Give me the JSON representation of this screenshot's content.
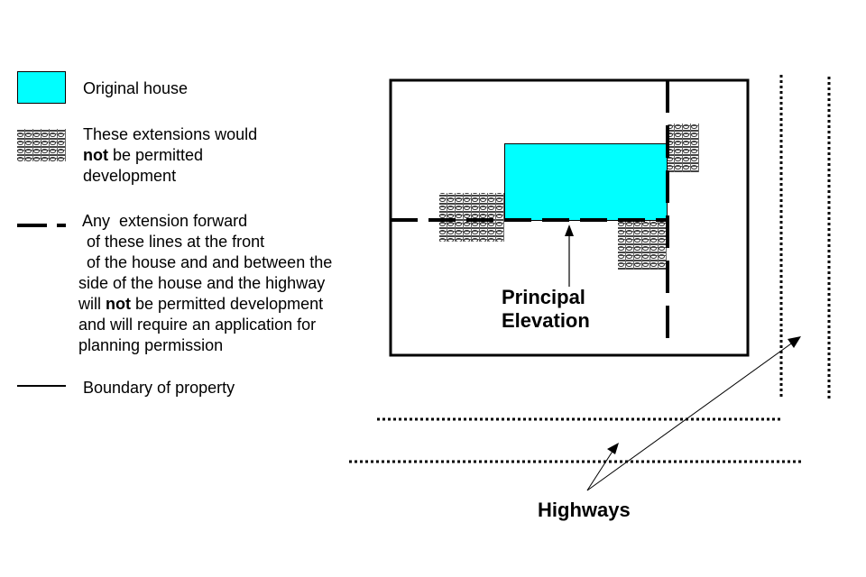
{
  "colors": {
    "original_house": "#00ffff",
    "line": "#000000",
    "hatch_dark": "#333333",
    "hatch_light": "#ffffff"
  },
  "legend": {
    "original_house": {
      "icon": "cyan-rectangle",
      "label": "Original house"
    },
    "not_permitted": {
      "icon": "hatched-rectangle",
      "line1": "These extensions would",
      "line2_bold": "not",
      "line2_rest": " be permitted",
      "line3": "development"
    },
    "forward_line": {
      "icon": "dashed-line",
      "line1": "Any  extension forward",
      "line2": " of these lines at the front",
      "line3": " of the house and and between the",
      "line4": "side of the house and the highway",
      "line5_pre": "will ",
      "line5_bold": "not",
      "line5_rest": " be permitted development",
      "line6": "and will require an application for",
      "line7": "planning permission"
    },
    "boundary": {
      "icon": "solid-line",
      "label": "Boundary of property"
    }
  },
  "diagram": {
    "principal_elevation_line1": "Principal",
    "principal_elevation_line2": "Elevation",
    "highways_label": "Highways"
  }
}
